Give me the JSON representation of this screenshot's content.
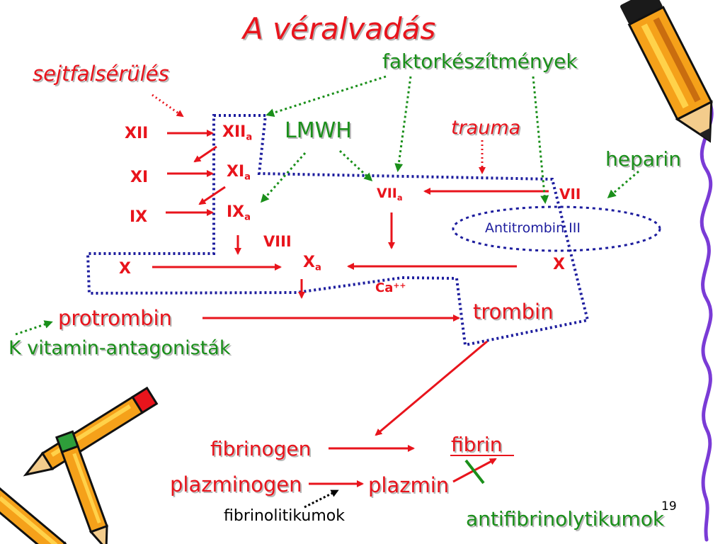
{
  "title": "A véralvadás",
  "slide_number": "19",
  "labels": {
    "sejtfalserules": "sejtfalsérülés",
    "faktorkeszitmenyek": "faktorkészítmények",
    "lmwh": "LMWH",
    "trauma": "trauma",
    "heparin": "heparin",
    "xii": "XII",
    "xiia": "XII",
    "xi": "XI",
    "xia": "XI",
    "ix": "IX",
    "ixa": "IX",
    "viii": "VIII",
    "x_left": "X",
    "xa": "X",
    "x_right": "X",
    "viia": "VII",
    "vii": "VII",
    "antitrombin": "Antitrombin III",
    "ca": "Ca",
    "ca_sup": "++",
    "sub_a": "a",
    "protrombin": "protrombin",
    "k_vitamin": "K vitamin-antagonisták",
    "trombin": "trombin",
    "fibrinogen": "fibrinogen",
    "fibrin": "fibrin",
    "plazminogen": "plazminogen",
    "plazmin": "plazmin",
    "fibrinolitikumok": "fibrinolitikumok",
    "antifibrinolytikumok": "antifibrinolytikumok"
  },
  "colors": {
    "red": "#e8141c",
    "green": "#1a8f1a",
    "blue": "#1d1d9e",
    "black": "#000000"
  },
  "icons": [
    "pencil-icon-top-right",
    "crossed-pencils-icon-bottom-left"
  ]
}
